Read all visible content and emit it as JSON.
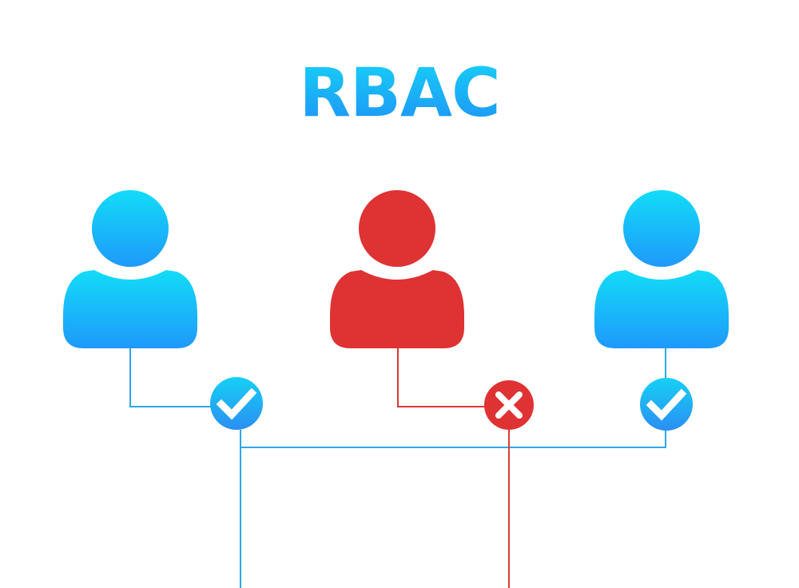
{
  "title": "RBAC",
  "colors": {
    "title_top": "#17d4f8",
    "title_bottom": "#1e8ff5",
    "user_allowed_top": "#12dcf8",
    "user_allowed_bottom": "#1f99fb",
    "user_denied": "#de3233",
    "line_allowed": "#2fa7ea",
    "line_denied": "#d83a36",
    "check_top": "#16d0f5",
    "check_bottom": "#2a8ff3",
    "mark": "#ffffff"
  },
  "users": [
    {
      "id": "user-left",
      "status": "allowed",
      "icon": "user-icon"
    },
    {
      "id": "user-center",
      "status": "denied",
      "icon": "user-icon"
    },
    {
      "id": "user-right",
      "status": "allowed",
      "icon": "user-icon"
    }
  ],
  "badges": [
    {
      "for": "user-left",
      "type": "check",
      "icon": "check-circle-icon"
    },
    {
      "for": "user-center",
      "type": "cross",
      "icon": "x-circle-icon"
    },
    {
      "for": "user-right",
      "type": "check",
      "icon": "check-circle-icon"
    }
  ]
}
